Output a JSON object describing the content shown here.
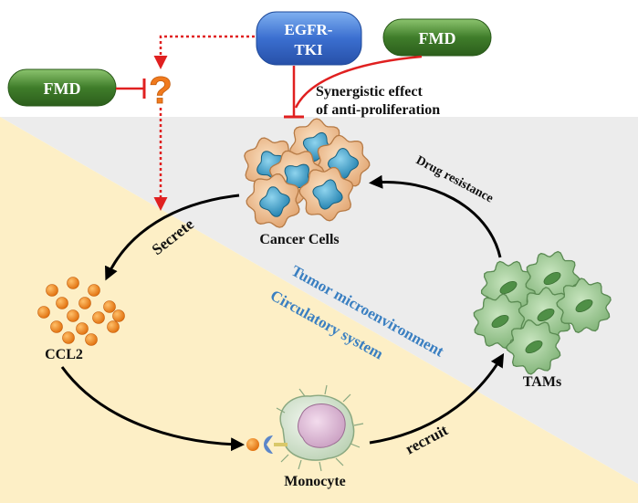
{
  "drugs": {
    "egfr_tki_line1": "EGFR-",
    "egfr_tki_line2": "TKI",
    "fmd_top": "FMD",
    "fmd_left": "FMD"
  },
  "unknown_mark": "?",
  "effect": {
    "line1": "Synergistic effect",
    "line2": "of anti-proliferation"
  },
  "nodes": {
    "cancer_cells": "Cancer Cells",
    "ccl2": "CCL2",
    "monocyte": "Monocyte",
    "tams": "TAMs"
  },
  "arrows": {
    "secrete": "Secrete",
    "recruit": "recruit",
    "drug_resistance": "Drug resistance"
  },
  "regions": {
    "tumor": "Tumor microenvironment",
    "circulatory": "Circulatory system"
  },
  "colors": {
    "blue_pill": "#3b6fd0",
    "green_pill": "#3f7d2a",
    "inhibition_red": "#e02020",
    "question_orange": "#f07a1e",
    "tumor_region": "#ececec",
    "circulatory_region": "#fdefc6",
    "region_text": "#3a7fc1",
    "cancer_cell_body": "#f1c89d",
    "cancer_cell_nucleus": "#2f9fc7",
    "tam_green": "#9cc995",
    "ccl2_orange": "#f08a1a"
  }
}
